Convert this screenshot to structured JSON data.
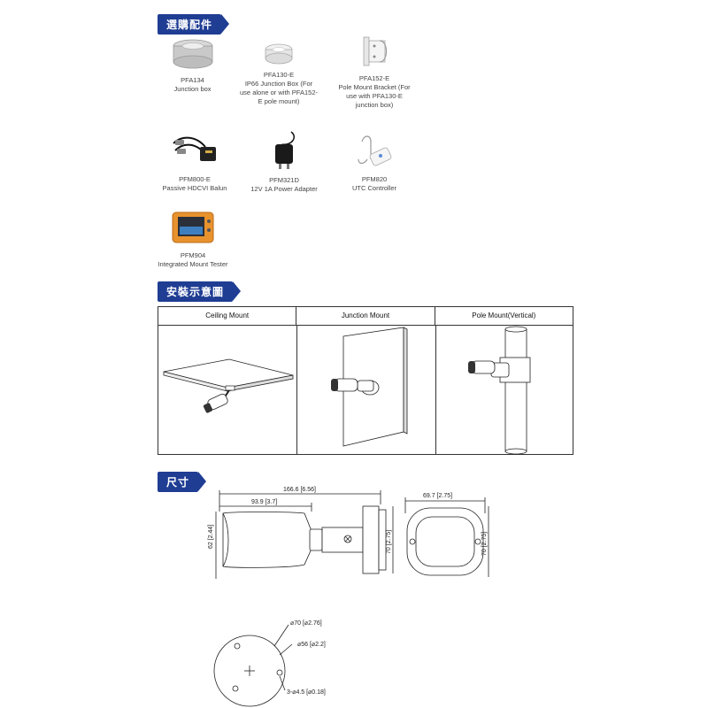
{
  "sections": {
    "accessories_title": "選購配件",
    "installation_title": "安裝示意圖",
    "dimensions_title": "尺寸"
  },
  "accessories": [
    {
      "code": "PFA134",
      "desc": "Junction box",
      "icon": "junction-box-icon"
    },
    {
      "code": "PFA130-E",
      "desc": "IP66 Junction Box (For use alone or with PFA152-E pole mount)",
      "icon": "junction-box-round-icon"
    },
    {
      "code": "PFA152-E",
      "desc": "Pole Mount Bracket (For use with PFA130-E junction box)",
      "icon": "pole-bracket-icon"
    },
    {
      "code": "PFM800-E",
      "desc": "Passive HDCVI Balun",
      "icon": "balun-icon"
    },
    {
      "code": "PFM321D",
      "desc": "12V 1A Power Adapter",
      "icon": "power-adapter-icon"
    },
    {
      "code": "PFM820",
      "desc": "UTC Controller",
      "icon": "utc-controller-icon"
    },
    {
      "code": "PFM904",
      "desc": "Integrated Mount Tester",
      "icon": "tester-icon"
    }
  ],
  "installation": {
    "columns": [
      "Ceiling Mount",
      "Junction Mount",
      "Pole Mount(Vertical)"
    ]
  },
  "dimensions": {
    "total_length": "166.6 [6.56]",
    "body_length": "93.9 [3.7]",
    "height_left": "62 [2.44]",
    "height_mid": "70 [2.75]",
    "front_width": "69.7 [2.75]",
    "front_height": "70 [2.75]",
    "base_outer": "⌀70 [⌀2.76]",
    "base_hole_circle": "⌀56 [⌀2.2]",
    "base_screws": "3-⌀4.5 [⌀0.18]"
  },
  "colors": {
    "header_bg": "#1f3d93",
    "line": "#333333"
  }
}
